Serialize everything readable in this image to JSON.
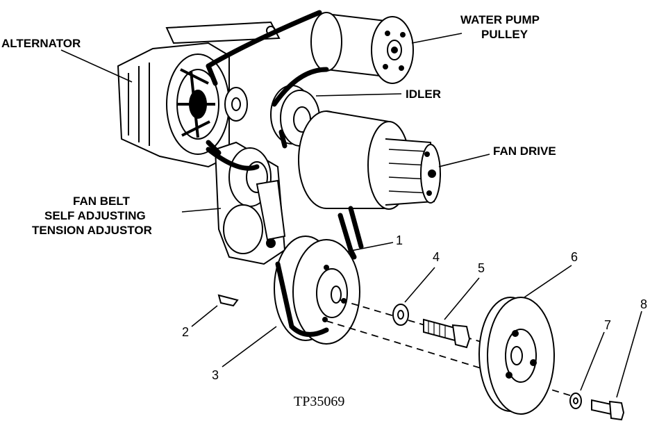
{
  "labels": {
    "alternator": "ALTERNATOR",
    "water_pump_line1": "WATER PUMP",
    "water_pump_line2": "PULLEY",
    "idler": "IDLER",
    "fan_drive": "FAN DRIVE",
    "tensioner_line1": "FAN BELT",
    "tensioner_line2": "SELF ADJUSTING",
    "tensioner_line3": "TENSION ADJUSTOR"
  },
  "callouts": [
    "1",
    "2",
    "3",
    "4",
    "5",
    "6",
    "7",
    "8"
  ],
  "figure_id": "TP35069"
}
